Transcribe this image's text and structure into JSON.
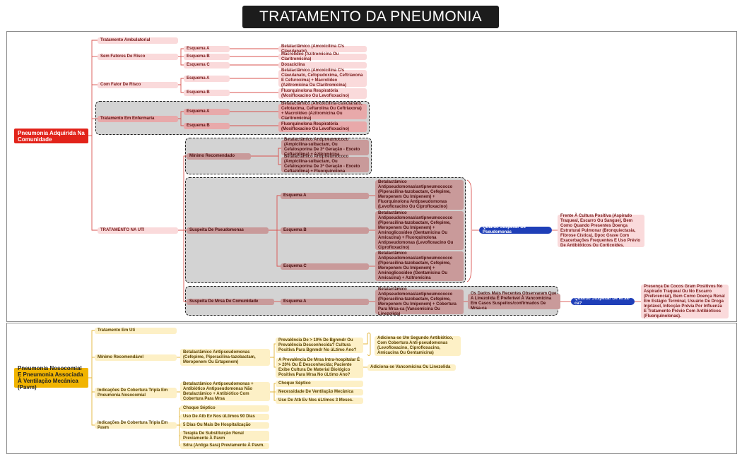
{
  "title": "TRATAMENTO DA PNEUMONIA",
  "colors": {
    "red_root": "#e2231a",
    "yellow_root": "#f1b400",
    "blue": "#1f3fb8",
    "pink": "#fadadb",
    "line_red": "#d9534f",
    "line_yellow": "#e3b437"
  },
  "pac": {
    "root": "Pneumonia Adquirida Na Comunidade",
    "ambulatorial": "Tratamento Ambulatorial",
    "sem_fatores": "Sem Fatores De Risco",
    "sem_a": "Esquema A",
    "sem_a_t": "Betalactâmico (Amoxicilina C/s Clavulanato)",
    "sem_b": "Esquema B",
    "sem_b_t": "Macrolídeo (Azitromicina Ou Claritromicina)",
    "sem_c": "Esquema C",
    "sem_c_t": "Doxaciclina",
    "com_fator": "Com Fator De Risco",
    "com_a": "Esquema A",
    "com_a_t": "Betalactâmico (Amoxicilina C/s Clavulanato, Cefopudoxima, Ceftriaxona E Cefuroxima) + Macrolídeo (Azitromicina Ou Claritromicina)",
    "com_b": "Esquema B",
    "com_b_t": "Fluorquinolona Respiratória (Moxifloxacino Ou Levofloxacino)",
    "enf": "Tratamento Em Enfermaria",
    "enf_a": "Esquema A",
    "enf_a_t": "Betalactâmico (Amoxicilina-clavulanato, Cefotaxima, Ceftarolina Ou Ceftriaxona) + Macrolídeo (Azitromicina Ou Claritromicina)",
    "enf_b": "Esquema B",
    "enf_b_t": "Fluorquinolona Respiratória (Moxifloxacino Ou Levofloxacino)",
    "uti": "TRATAMENTO NA UTI",
    "min": "Mínimo Recomendado",
    "min_1": "Betalactâmico Antipneumococo (Ampicilina-sulbactam, Ou Cefalosporina De 3ª Geração - Exceto Ceftazidima) + Azitromicina",
    "min_2": "Betalactâmico Antipneumococo (Ampicilina-sulbactam, Ou Cefalosporina De 3ª Geração - Exceto Ceftazidima) + Fluorquinolona",
    "pseudo": "Suspeita De Pseudomonas",
    "ps_a": "Esquema A",
    "ps_a_t": "Betalactâmico Antipseudomonas/antipneumococco (Piperacilina-tazobactam, Cefepime, Meropenem Ou Imipenem) + Fluorquinolona Antipseudomonas (Levofloxacino Ou Ciprofloxacino)",
    "ps_b": "Esquema B",
    "ps_b_t": "Betalactâmico Antipseudomonas/antipneumococco (Piperacilina-tazobactam, Cefepime, Meropenem Ou Imipenem) + Aminoglicosídeo (Gentamicina Ou Amicacina) + Fluorquinolona Antipseudomonas (Levofloxacino Ou Ciprofloxacino)",
    "ps_c": "Esquema C",
    "ps_c_t": "Betalactâmico Antipseudomonas/antipneumococco (Piperacilina-tazobactam, Cefepime, Meropenem Ou Imipenem) + Aminoglicosídeo (Gentamicina Ou Amicacina) + Azitromicina",
    "ps_when": "Quando Suspeitar De Pseudomonas",
    "ps_when_t": "Frente À Cultura Positiva (Aspirado Traqueal, Escarro Ou Sangue), Bem Como Quando Presentes Doença Estrutural Pulmonar (Bronquiectasia, Fibrose Cística), Dpoc Grave Com Exacerbações Frequentes E Uso Prévio De Antibióticos Ou Corticoides.",
    "mrsa": "Suspeita De Mrsa De Comunidade",
    "mrsa_a": "Esquema A",
    "mrsa_a_t": "Betalactâmico Antipseudomonas/antipneumococco (Piperacilina-tazobactam, Cefepime, Meropenem Ou Imipenem) + Cobertura Para Mrsa-ca (Vancomicina Ou Linezolida)",
    "mrsa_note": "Os Dados Mais Recentes Observaram Que A Linezolida É Preferível À Vancomicina Em Casos Suspeitos/confirmados De Mrsa-ca",
    "mrsa_when": "Quando Suspeitar De Mrsa-ca?",
    "mrsa_when_t": "Presença De Cocos Gram Positivos No Aspirado Traqueal Ou No Escarro (Preferencial), Bem Como Doença Renal Em Estágio Terminal, Usuário De Droga Injetável, Infecção Prévia Por Influenza E Tratamento Prévio Com Antibióticos (Fluorquinolonas)."
  },
  "pnh": {
    "root": "Pneumonia Nosocomial E Pneumonia Associada À Ventilação Mecânica (Pavm)",
    "uti": "Tratamento Em Uti",
    "min": "Mínimo Recomendável",
    "min_t": "Betalactâmico Antipseudomonas (Cefepime, Piperacilina-tazobactam, Meropenem Ou Ertapenem)",
    "q1": "Prevalência De > 10% De Bgnmdr Ou Prevalência Desconhecida? Cultura Positiva Para Bgnmdr No úLtimo Ano?",
    "q1_t": "Adiciona-se Um Segundo Antibiótico, Com Cobertura Anti-pseudomonas (Levofloxacino, Ciprofloxacino, Amicacina Ou Gentamicina)",
    "q2": "A Prevalência De Mrsa Intra-hospitalar É > 20% Ou É Desconhecida; Paciente Exibe Cultura De Material Biológico Positiva Para Mrsa No úLtimo Ano?",
    "q2_t": "Adiciona-se Vancomicina Ou Linezolida",
    "trip1": "Indicações De Cobertura Tripla Em Pneumonia Nosocomial",
    "trip1_t": "Betalactâmico Antipseudomonas + Antibiótico Antipseudomonas Não Betalactâmico + Antibiótico Com Cobertura Para Mrsa",
    "trip1_i1": "Choque Séptico",
    "trip1_i2": "Necessidade De Ventilação Mecânica",
    "trip1_i3": "Uso De Atb Ev Nos úLtimos 3 Meses.",
    "trip2": "Indicações De Cobertura Tripla Em Pavm",
    "trip2_i1": "Choque Séptico",
    "trip2_i2": "Uso De Atb Ev Nos úLtimos 90 Dias",
    "trip2_i3": "5 Dias Ou Mais De Hospitalização",
    "trip2_i4": "Terapia De Substituição Renal Previamente À Pavm",
    "trip2_i5": "Sdra (Antiga Sara) Previamente À Pavm."
  }
}
